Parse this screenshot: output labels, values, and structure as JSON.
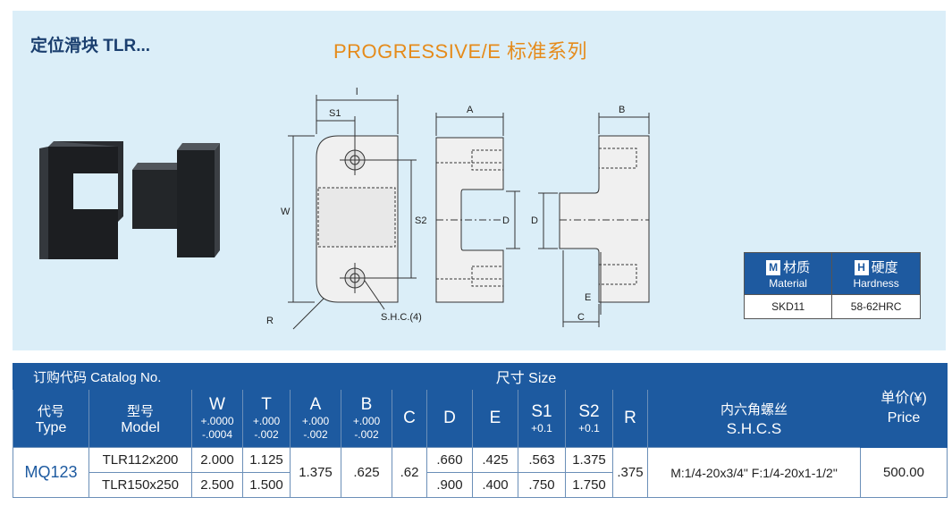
{
  "header": {
    "title": "定位滑块 TLR...",
    "subtitle": "PROGRESSIVE/E 标准系列"
  },
  "drawing_labels": {
    "l": "l",
    "s1": "S1",
    "w": "W",
    "s2": "S2",
    "r": "R",
    "shc": "S.H.C.(4)",
    "a": "A",
    "d1": "D",
    "d2": "D",
    "b": "B",
    "e": "E",
    "c": "C"
  },
  "material_table": {
    "material_letter": "M",
    "material_cn": "材质",
    "material_en": "Material",
    "hardness_letter": "H",
    "hardness_cn": "硬度",
    "hardness_en": "Hardness",
    "material_value": "SKD11",
    "hardness_value": "58-62HRC"
  },
  "spec_table": {
    "catalog_header": "订购代码 Catalog No.",
    "size_header": "尺寸 Size",
    "price_header_cn": "单价(¥)",
    "price_header_en": "Price",
    "type_cn": "代号",
    "type_en": "Type",
    "model_cn": "型号",
    "model_en": "Model",
    "w": {
      "label": "W",
      "tol1": "+.0000",
      "tol2": "-.0004"
    },
    "t": {
      "label": "T",
      "tol1": "+.000",
      "tol2": "-.002"
    },
    "a": {
      "label": "A",
      "tol1": "+.000",
      "tol2": "-.002"
    },
    "b": {
      "label": "B",
      "tol1": "+.000",
      "tol2": "-.002"
    },
    "c": {
      "label": "C"
    },
    "d": {
      "label": "D"
    },
    "e": {
      "label": "E"
    },
    "s1": {
      "label": "S1",
      "tol1": "+0.1"
    },
    "s2": {
      "label": "S2",
      "tol1": "+0.1"
    },
    "r": {
      "label": "R"
    },
    "shcs_cn": "内六角螺丝",
    "shcs_en": "S.H.C.S",
    "type_value": "MQ123",
    "shared": {
      "a": "1.375",
      "b": ".625",
      "c": ".62",
      "r": ".375",
      "shcs": "M:1/4-20x3/4\" F:1/4-20x1-1/2\"",
      "price": "500.00"
    },
    "rows": [
      {
        "model": "TLR112x200",
        "w": "2.000",
        "t": "1.125",
        "d": ".660",
        "e": ".425",
        "s1": ".563",
        "s2": "1.375"
      },
      {
        "model": "TLR150x250",
        "w": "2.500",
        "t": "1.500",
        "d": ".900",
        "e": ".400",
        "s1": ".750",
        "s2": "1.750"
      }
    ]
  }
}
